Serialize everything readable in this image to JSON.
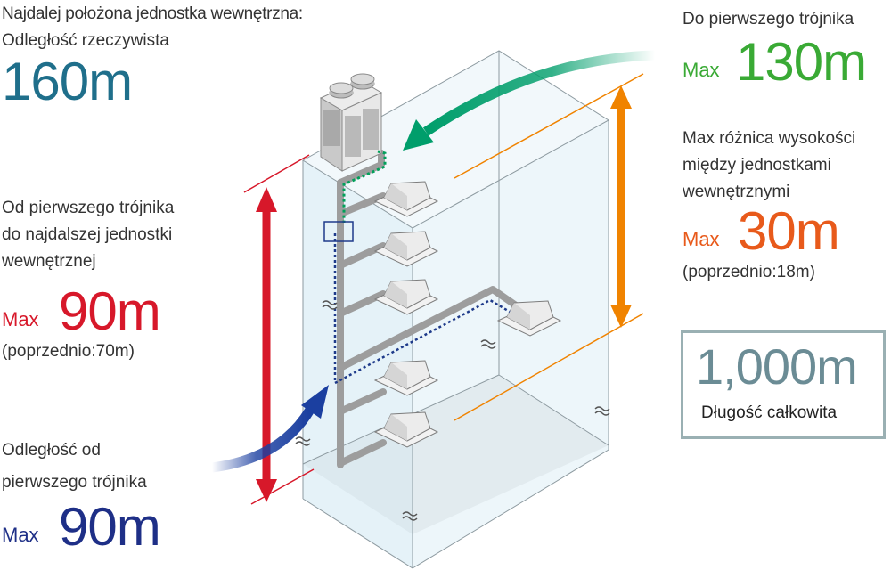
{
  "colors": {
    "blue_dark": "#1e2f87",
    "teal": "#1f6f8b",
    "red": "#d7182a",
    "green": "#3aaa35",
    "orange": "#e85a1b",
    "orange_arrow": "#f08300",
    "box_border": "#9ab0b3"
  },
  "icons": [
    "outdoor-unit-icon",
    "indoor-unit-icon",
    "tee-joint-icon",
    "break-mark-icon"
  ],
  "farthest": {
    "label_line1": "Najdalej położona jednostka wewnętrzna:",
    "label_line2": "Odległość rzeczywista",
    "value": "160m"
  },
  "first_tee_to_farthest": {
    "line1": "Od pierwszego trójnika",
    "line2": "do najdalszej jednostki",
    "line3": "wewnętrznej",
    "max_word": "Max",
    "value": "90m",
    "previous": "(poprzednio:70m)"
  },
  "distance_from_first_tee": {
    "line1": "Odległość od",
    "line2": "pierwszego trójnika",
    "max_word": "Max",
    "value": "90m"
  },
  "to_first_tee": {
    "label": "Do pierwszego trójnika",
    "max_word": "Max",
    "value": "130m"
  },
  "height_difference": {
    "line1": "Max różnica wysokości",
    "line2": "między jednostkami",
    "line3": "wewnętrznymi",
    "max_word": "Max",
    "value": "30m",
    "previous": "(poprzednio:18m)"
  },
  "total_length": {
    "value": "1,000m",
    "label": "Długość całkowita"
  }
}
